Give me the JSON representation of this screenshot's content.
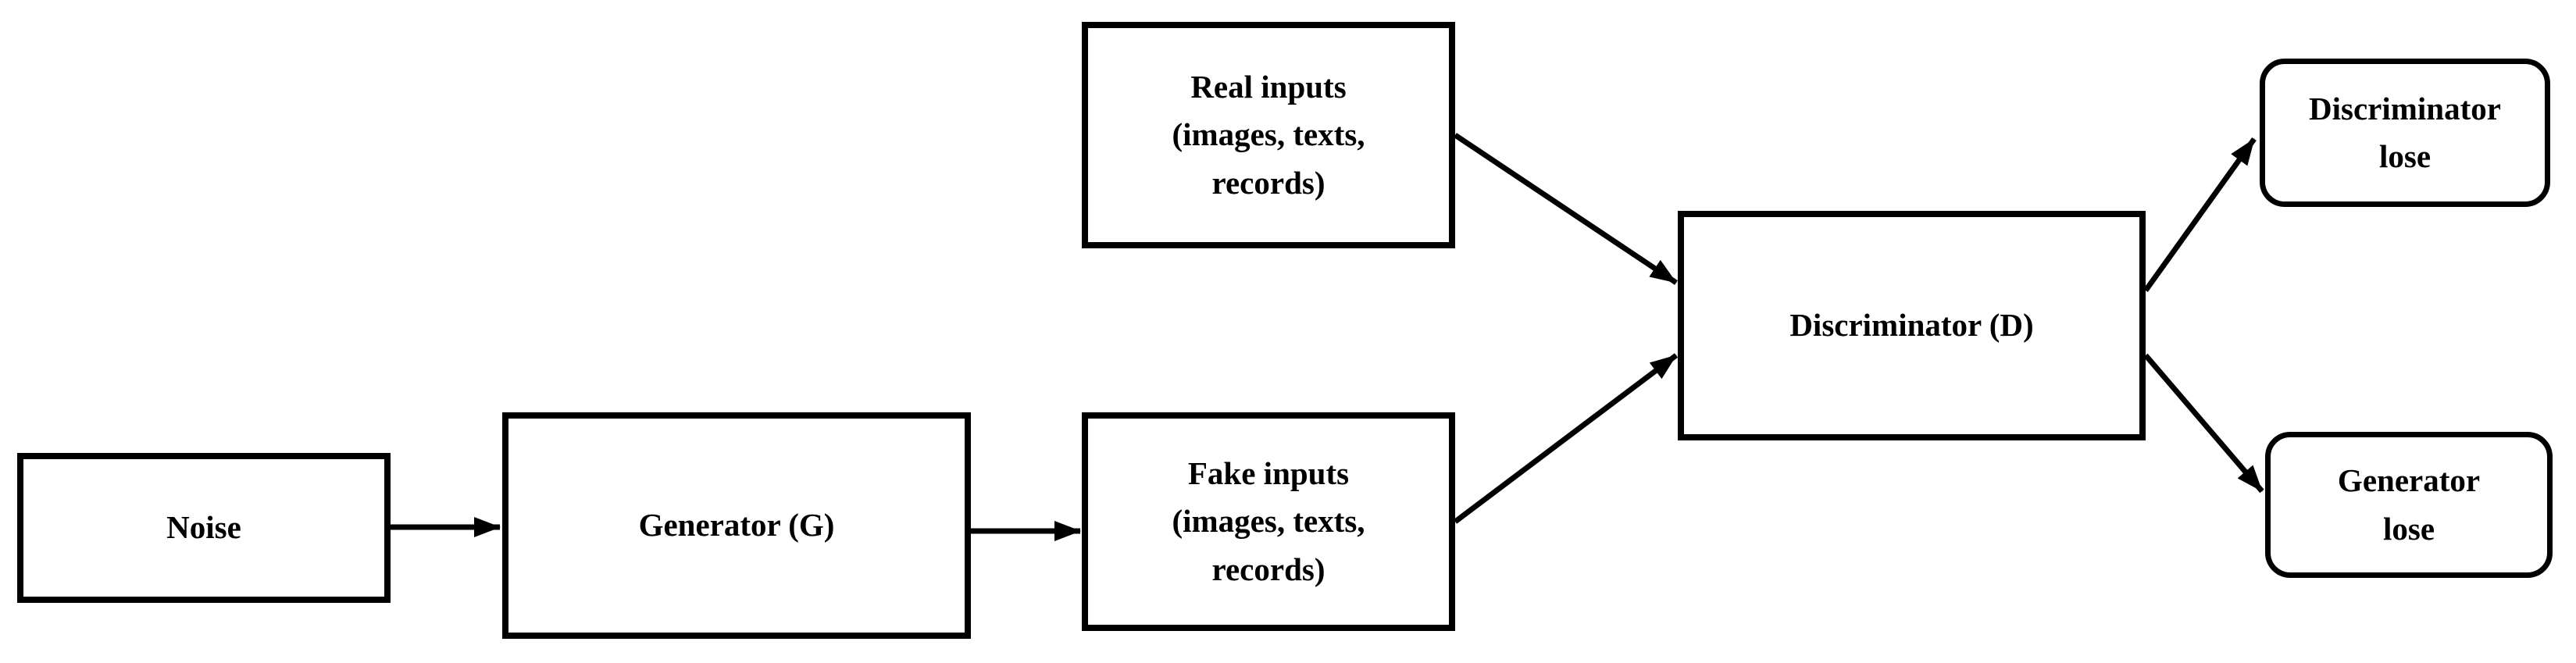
{
  "colors": {
    "background": "#ffffff",
    "line": "#000000",
    "text": "#000000"
  },
  "nodes": {
    "noise": {
      "label": "Noise"
    },
    "generator": {
      "label": "Generator (G)"
    },
    "real_inputs": {
      "label": "Real inputs\n(images, texts,\nrecords)"
    },
    "fake_inputs": {
      "label": "Fake inputs\n(images, texts,\nrecords)"
    },
    "discriminator": {
      "label": "Discriminator (D)"
    },
    "discriminator_lose": {
      "label": "Discriminator\nlose"
    },
    "generator_lose": {
      "label": "Generator\nlose"
    }
  },
  "edges": [
    {
      "from": "noise",
      "to": "generator"
    },
    {
      "from": "generator",
      "to": "fake_inputs"
    },
    {
      "from": "real_inputs",
      "to": "discriminator"
    },
    {
      "from": "fake_inputs",
      "to": "discriminator"
    },
    {
      "from": "discriminator",
      "to": "discriminator_lose"
    },
    {
      "from": "discriminator",
      "to": "generator_lose"
    }
  ]
}
